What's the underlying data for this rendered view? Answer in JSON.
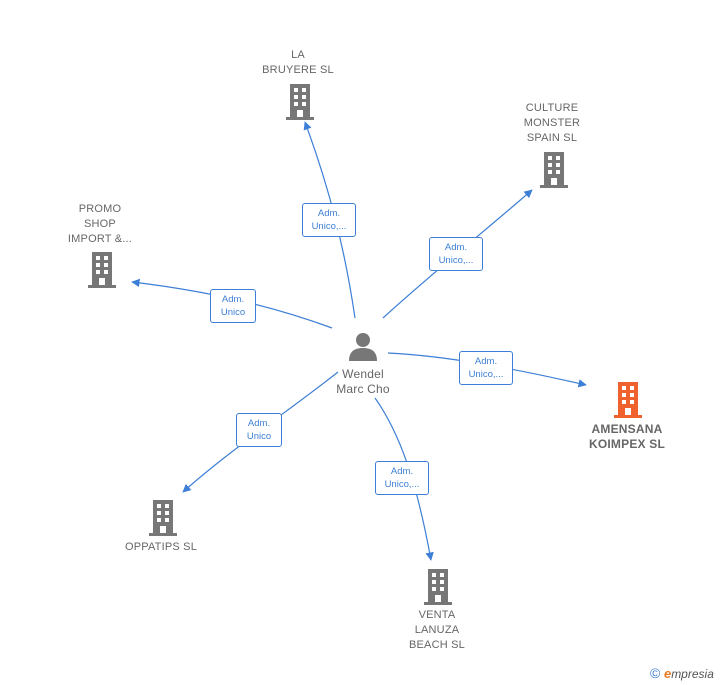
{
  "center": {
    "label": "Wendel\nMarc Cho"
  },
  "companies": [
    {
      "id": "la-bruyere",
      "label": "LA\nBRUYERE SL",
      "color": "#777777"
    },
    {
      "id": "culture-monster",
      "label": "CULTURE\nMONSTER\nSPAIN  SL",
      "color": "#777777"
    },
    {
      "id": "promo-shop",
      "label": "PROMO\nSHOP\nIMPORT &...",
      "color": "#777777"
    },
    {
      "id": "amensana",
      "label": "AMENSANA\nKOIMPEX  SL",
      "color": "#f0622d",
      "highlight": true
    },
    {
      "id": "oppatips",
      "label": "OPPATIPS  SL",
      "color": "#777777"
    },
    {
      "id": "venta-lanuza",
      "label": "VENTA\nLANUZA\nBEACH  SL",
      "color": "#777777"
    }
  ],
  "relations": [
    {
      "to": "la-bruyere",
      "label": "Adm.\nUnico,..."
    },
    {
      "to": "culture-monster",
      "label": "Adm.\nUnico,..."
    },
    {
      "to": "promo-shop",
      "label": "Adm.\nUnico"
    },
    {
      "to": "amensana",
      "label": "Adm.\nUnico,..."
    },
    {
      "to": "oppatips",
      "label": "Adm.\nUnico"
    },
    {
      "to": "venta-lanuza",
      "label": "Adm.\nUnico,..."
    }
  ],
  "colors": {
    "edge": "#3d7fd6",
    "person": "#777777"
  },
  "footer": {
    "copyright_symbol": "©",
    "brand_initial": "e",
    "brand_rest": "mpresia"
  }
}
